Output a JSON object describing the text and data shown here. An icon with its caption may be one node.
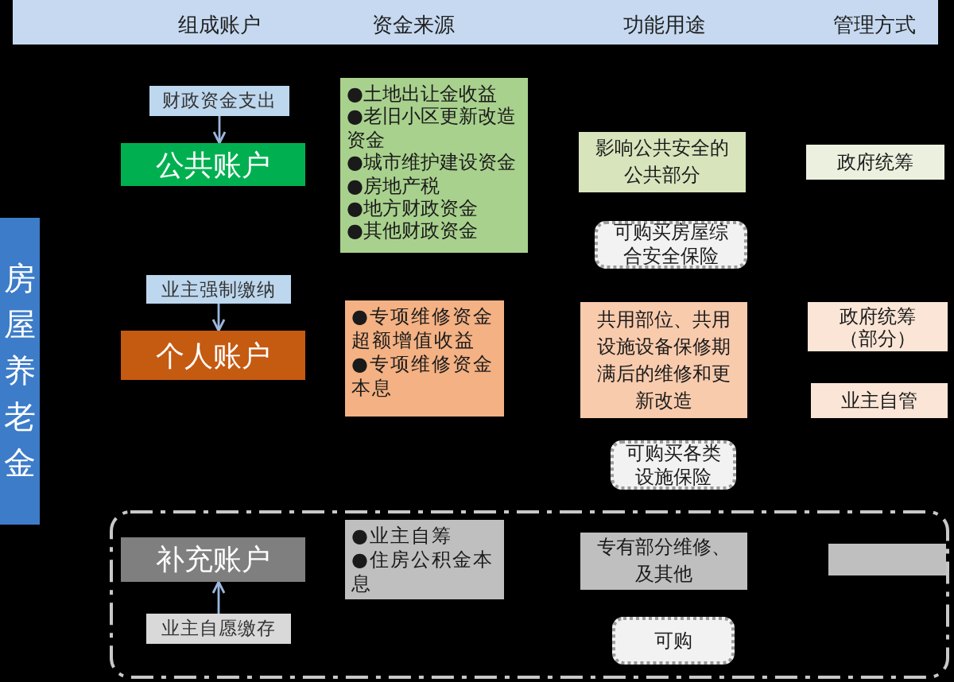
{
  "diagram": {
    "nodes": [
      {
        "text": [
          "组成账户",
          "资金来源",
          "功能用途",
          "管理方式"
        ]
      },
      {
        "text": [
          "房屋养老金"
        ]
      },
      {
        "text": [
          "财政资金支出"
        ]
      },
      {
        "text": [
          "公共账户"
        ]
      },
      {
        "text": [
          "●土地出让金收益",
          "●老旧小区更新改造资金",
          "●城市维护建设资金",
          "●房地产税",
          "●地方财政资金",
          "●其他财政资金"
        ]
      },
      {
        "text": [
          "影响公共安全的公共部分"
        ]
      },
      {
        "text": [
          "政府统筹"
        ]
      },
      {
        "text": [
          "可购买房屋综合安全保险"
        ]
      },
      {
        "text": [
          "业主强制缴纳"
        ]
      },
      {
        "text": [
          "个人账户"
        ]
      },
      {
        "text": [
          "●专项维修资金超额增值收益",
          "●专项维修资金本息"
        ]
      },
      {
        "text": [
          "共用部位、共用设施设备保修期满后的维修和更新改造"
        ]
      },
      {
        "text": [
          "政府统筹（部分）"
        ]
      },
      {
        "text": [
          "业主自管"
        ]
      },
      {
        "text": [
          "可购买各类设施保险"
        ]
      },
      {
        "text": [],
        "shape": "box"
      },
      {
        "text": [
          "补充账户"
        ],
        "in": 15
      },
      {
        "text": [
          "●业主自筹",
          "●住房公积金本息"
        ],
        "in": 15
      },
      {
        "text": [
          "专有部分维修、及其他"
        ],
        "in": 15
      },
      {
        "text": [],
        "shape": "box",
        "in": 15
      },
      {
        "text": [
          "业主自愿缴存"
        ],
        "in": 15
      },
      {
        "text": [
          "可购"
        ],
        "in": 15
      }
    ],
    "edges": [
      {
        "from": 2,
        "to": 3,
        "arrow": "to"
      },
      {
        "from": 8,
        "to": 9,
        "arrow": "to"
      },
      {
        "from": 20,
        "to": 16,
        "arrow": "to"
      }
    ]
  }
}
